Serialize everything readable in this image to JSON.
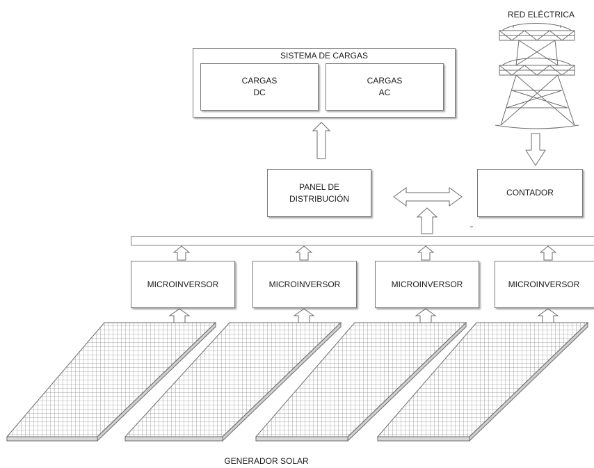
{
  "title_grid": "RED ELÉCTRICA",
  "loads": {
    "title": "SISTEMA DE CARGAS",
    "dc": {
      "line1": "CARGAS",
      "line2": "DC"
    },
    "ac": {
      "line1": "CARGAS",
      "line2": "AC"
    }
  },
  "distribution_panel": {
    "line1": "PANEL DE",
    "line2": "DISTRIBUCIÓN"
  },
  "meter": "CONTADOR",
  "microinverters": [
    "MICROINVERSOR",
    "MICROINVERSOR",
    "MICROINVERSOR",
    "MICROINVERSOR"
  ],
  "solar_generator": "GENERADOR SOLAR",
  "colors": {
    "border": "#7a7a7a",
    "panel_grid": "#9a9a9a",
    "text": "#1a1a1a"
  },
  "icons": [
    "power-tower-icon",
    "solar-panel-icon",
    "arrow-up-icon",
    "arrow-down-icon",
    "double-arrow-icon"
  ]
}
